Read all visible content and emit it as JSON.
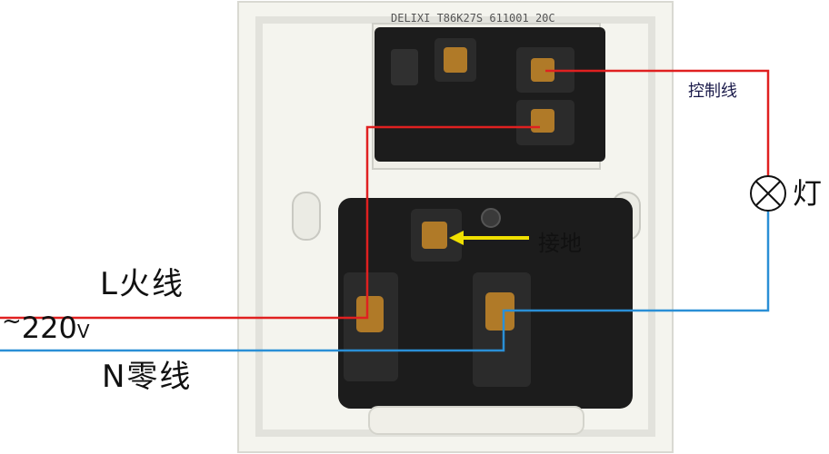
{
  "brand_print": "DELIXI  T86K27S  611001  20C",
  "labels": {
    "live": "L火线",
    "voltage_tilde": "~",
    "voltage_value": "220",
    "voltage_unit": "V",
    "neutral": "N零线",
    "control": "控制线",
    "lamp": "灯",
    "ground": "接地"
  },
  "colors": {
    "live_wire": "#e02020",
    "neutral_wire": "#2a8fd6",
    "ground_arrow": "#f0e000",
    "panel": "#f4f4ee",
    "socket_body": "#1c1c1c",
    "terminal": "#b07a28"
  },
  "icons": {
    "lamp": "lamp-cross-circle-icon"
  }
}
